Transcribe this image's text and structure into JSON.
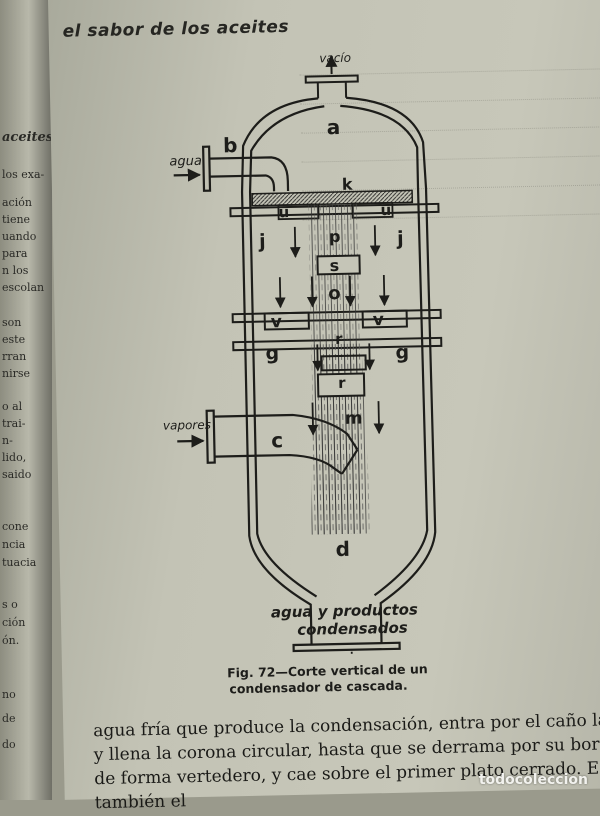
{
  "page": {
    "running_head": "el sabor de los aceites"
  },
  "left_page": {
    "heading": "aceites",
    "fragments": [
      "los exa-",
      "ación",
      "tiene",
      "uando",
      "para",
      "n los",
      "escolan",
      "son",
      "este",
      "rran",
      "nirse",
      "o al",
      "trai-",
      "n-",
      "lido,",
      "saido",
      "cone",
      "ncia",
      "tuacia",
      "s o",
      "ción",
      "ón.",
      "no",
      "de",
      "do"
    ]
  },
  "figure": {
    "labels": {
      "vacio": "vacío",
      "a": "a",
      "b": "b",
      "agua": "agua",
      "k": "k",
      "u_left": "u",
      "u_right": "u",
      "j_left": "j",
      "j_right": "j",
      "p": "p",
      "s": "s",
      "o": "o",
      "v_left": "v",
      "v_right": "v",
      "g_left": "g",
      "g_right": "g",
      "r1": "r",
      "r2": "r",
      "m": "m",
      "vapores": "vapores",
      "c": "c",
      "d": "d",
      "outlet_line1": "agua y productos",
      "outlet_line2": "condensados"
    }
  },
  "caption": {
    "number": "Fig. 72—",
    "line1": "Corte vertical de un",
    "line2": "condensador de cascada."
  },
  "body_text": [
    "agua fría que produce la condensación, entra por el caño la",
    "y llena la corona circular, hasta que se derrama por su bor",
    "de forma vertedero, y cae sobre el primer plato cerrado. Es",
    "también el"
  ],
  "watermark": "todocoleccion"
}
